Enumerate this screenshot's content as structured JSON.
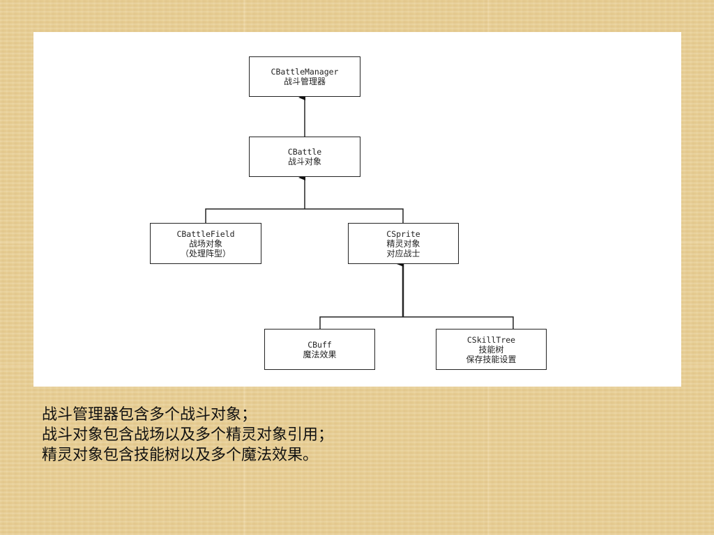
{
  "diagram": {
    "nodes": {
      "battle_manager": {
        "name": "CBattleManager",
        "desc": [
          "战斗管理器"
        ]
      },
      "battle": {
        "name": "CBattle",
        "desc": [
          "战斗对象"
        ]
      },
      "battle_field": {
        "name": "CBattleField",
        "desc": [
          "战场对象",
          "（处理阵型）"
        ]
      },
      "sprite": {
        "name": "CSprite",
        "desc": [
          "精灵对象",
          "对应战士"
        ]
      },
      "buff": {
        "name": "CBuff",
        "desc": [
          "魔法效果"
        ]
      },
      "skill_tree": {
        "name": "CSkillTree",
        "desc": [
          "技能树",
          "保存技能设置"
        ]
      }
    }
  },
  "caption": {
    "lines": [
      "战斗管理器包含多个战斗对象；",
      "战斗对象包含战场以及多个精灵对象引用；",
      "精灵对象包含技能树以及多个魔法效果。"
    ]
  }
}
